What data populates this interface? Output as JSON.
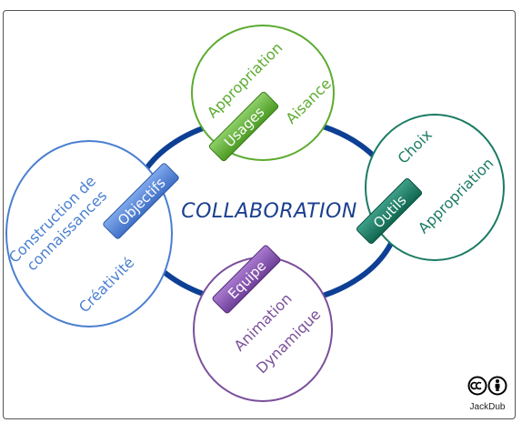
{
  "center": {
    "label": "COLLABORATION"
  },
  "nodes": [
    {
      "id": "usages",
      "tag": "Usages",
      "items": [
        "Appropriation",
        "Aisance"
      ],
      "color": "#5bab2f",
      "tag_fill": "#6ab04c"
    },
    {
      "id": "outils",
      "tag": "Outils",
      "items": [
        "Choix",
        "Appropriation"
      ],
      "color": "#1b7a63",
      "tag_fill": "#1f7b66"
    },
    {
      "id": "equipe",
      "tag": "Equipe",
      "items": [
        "Animation",
        "Dynamique"
      ],
      "color": "#7a4f9a",
      "tag_fill": "#8e5bb0"
    },
    {
      "id": "objectifs",
      "tag": "Objectifs",
      "items": [
        "Construction de connaissances",
        "Créativité"
      ],
      "color": "#4a7fd0",
      "tag_fill": "#5b8fe0"
    }
  ],
  "colors": {
    "ring": "#0d3f94",
    "center_text": "#1b3f8f"
  },
  "license": {
    "author": "JackDub",
    "icons": [
      "cc-icon",
      "by-person-icon"
    ]
  }
}
